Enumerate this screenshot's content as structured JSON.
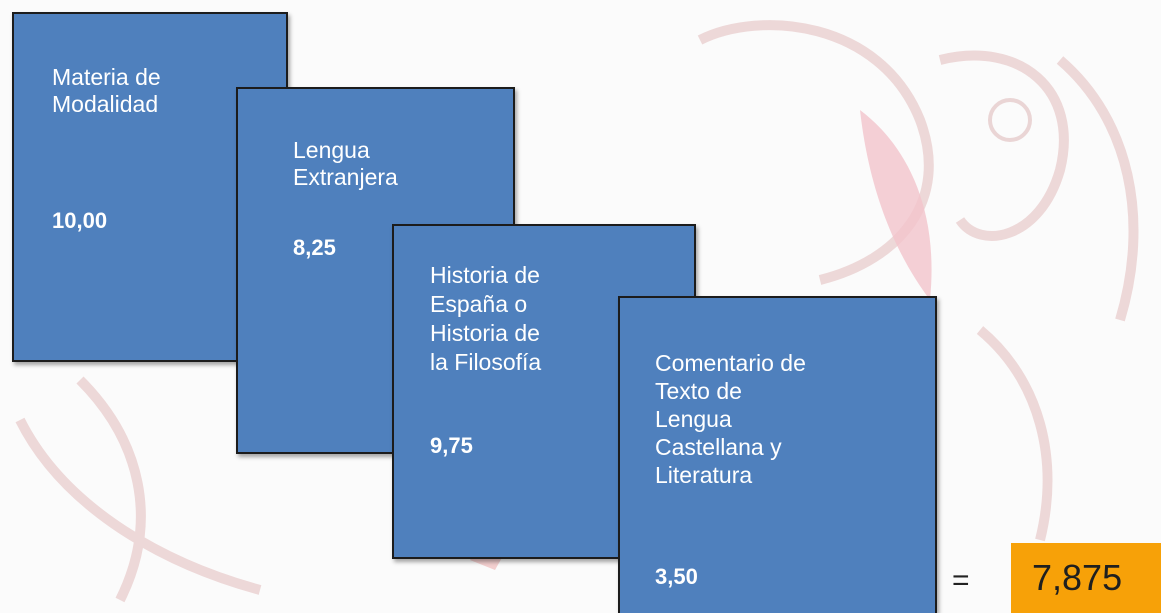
{
  "subjects": [
    {
      "name": "Materia de\nModalidad",
      "score": "10,00"
    },
    {
      "name": "Lengua\nExtranjera",
      "score": "8,25"
    },
    {
      "name": "Historia de\nEspaña  o\nHistoria de\nla  Filosofía",
      "score": "9,75"
    },
    {
      "name": "Comentario de\nTexto de\nLengua\nCastellana y\nLiteratura",
      "score": "3,50"
    }
  ],
  "result": {
    "operator": "=",
    "value": "7,875"
  },
  "colors": {
    "card": "#4f80bd",
    "result": "#f7a108",
    "watermark": "#e9c9c9"
  }
}
